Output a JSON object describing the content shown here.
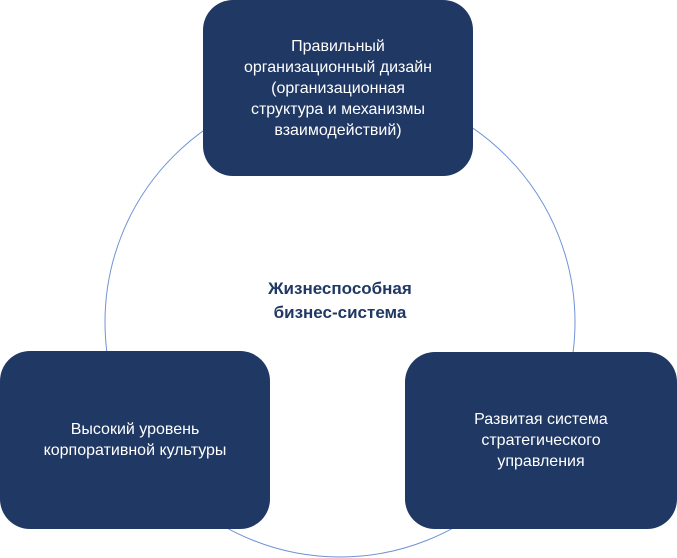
{
  "center_label": "Жизнеспособная\nбизнес-система",
  "nodes": [
    {
      "text": "Правильный\nорганизационный дизайн\n(организационная\nструктура и механизмы\nвзаимодействий)"
    },
    {
      "text": "Высокий уровень\nкорпоративной культуры"
    },
    {
      "text": "Развитая система\nстратегического\nуправления"
    }
  ],
  "colors": {
    "box": "#1f3864",
    "ring": "#4472c4",
    "center_text": "#1f3864"
  }
}
